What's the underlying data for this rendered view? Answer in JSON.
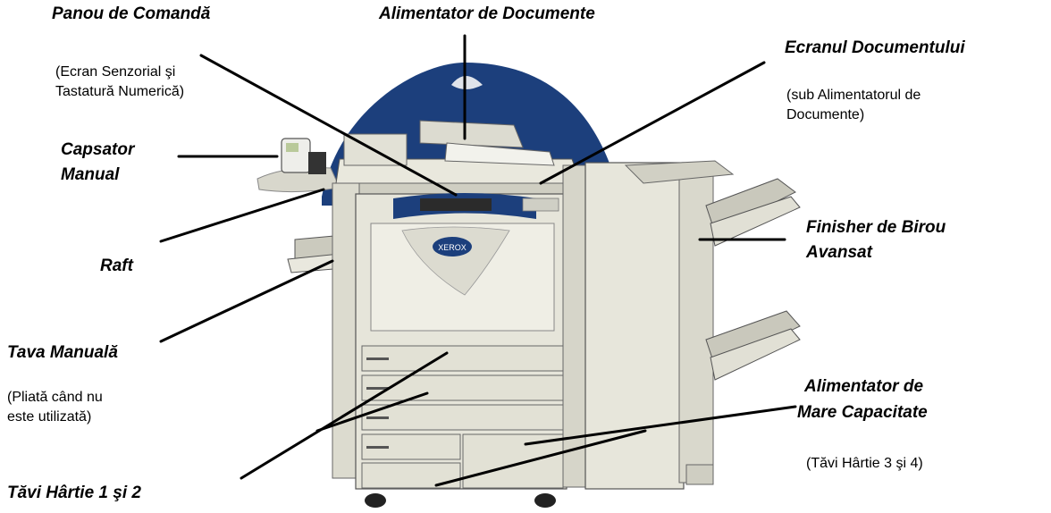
{
  "labels": {
    "control_panel": {
      "title": "Panou de Comandă",
      "desc": [
        "(Ecran Senzorial şi",
        "Tastatură Numerică)"
      ]
    },
    "document_feeder": {
      "title": "Alimentator de Documente"
    },
    "document_glass": {
      "title": "Ecranul Documentului",
      "desc": [
        "(sub Alimentatorul de",
        "Documente)"
      ]
    },
    "manual_stapler": {
      "title": [
        "Capsator",
        "Manual"
      ]
    },
    "shelf": {
      "title": "Raft"
    },
    "bypass_tray": {
      "title": "Tava Manuală",
      "desc": [
        "(Pliată când nu",
        "este utilizată)"
      ]
    },
    "paper_trays_1_2": {
      "title": "Tăvi Hârtie 1 şi 2"
    },
    "finisher": {
      "title": [
        "Finisher de Birou",
        "Avansat"
      ]
    },
    "hcf": {
      "title": [
        "Alimentator de",
        "Mare Capacitate"
      ],
      "desc": "(Tăvi Hârtie 3 şi 4)"
    }
  },
  "brand": "XEROX",
  "colors": {
    "dome": "#1c3f7c",
    "body": "#e6e5da",
    "shadow": "#c9c8bb",
    "dark": "#2a2a2a"
  }
}
